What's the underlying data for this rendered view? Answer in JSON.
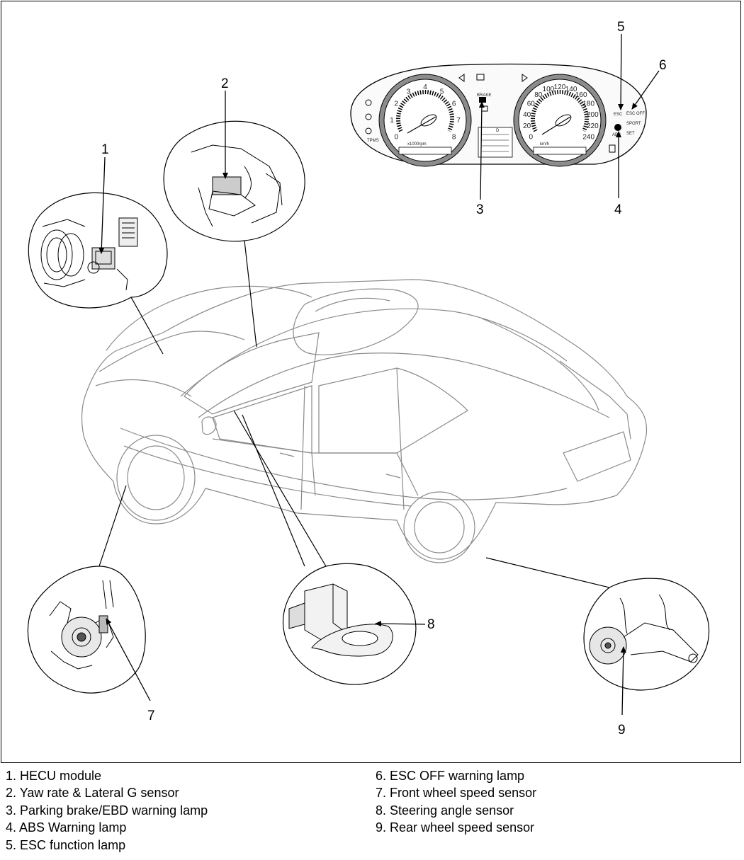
{
  "callouts": {
    "c1": "1",
    "c2": "2",
    "c3": "3",
    "c4": "4",
    "c5": "5",
    "c6": "6",
    "c7": "7",
    "c8": "8",
    "c9": "9"
  },
  "cluster": {
    "tach_ticks": [
      "0",
      "1",
      "2",
      "3",
      "4",
      "5",
      "6",
      "7",
      "8"
    ],
    "speedo_ticks": [
      "0",
      "20",
      "40",
      "60",
      "80",
      "100",
      "120",
      "140",
      "160",
      "180",
      "200",
      "220",
      "240"
    ],
    "tach_unit": "x1000rpm",
    "speedo_unit": "km/h",
    "lamp_esc": "ESC",
    "lamp_esc_off": "ESC OFF",
    "lamp_brake": "BRAKE",
    "lamp_abs": "ABS",
    "lamp_sport": "SPORT",
    "lamp_tpms": "TPMS",
    "lamp_set": "SET",
    "lamp_d": "D"
  },
  "legend": {
    "left": [
      "1. HECU module",
      "2. Yaw rate & Lateral G sensor",
      "3. Parking brake/EBD warning lamp",
      "4. ABS Warning lamp",
      "5. ESC function lamp"
    ],
    "right": [
      "6. ESC OFF warning lamp",
      "7. Front wheel speed sensor",
      "8. Steering angle sensor",
      "9. Rear wheel speed sensor"
    ]
  }
}
